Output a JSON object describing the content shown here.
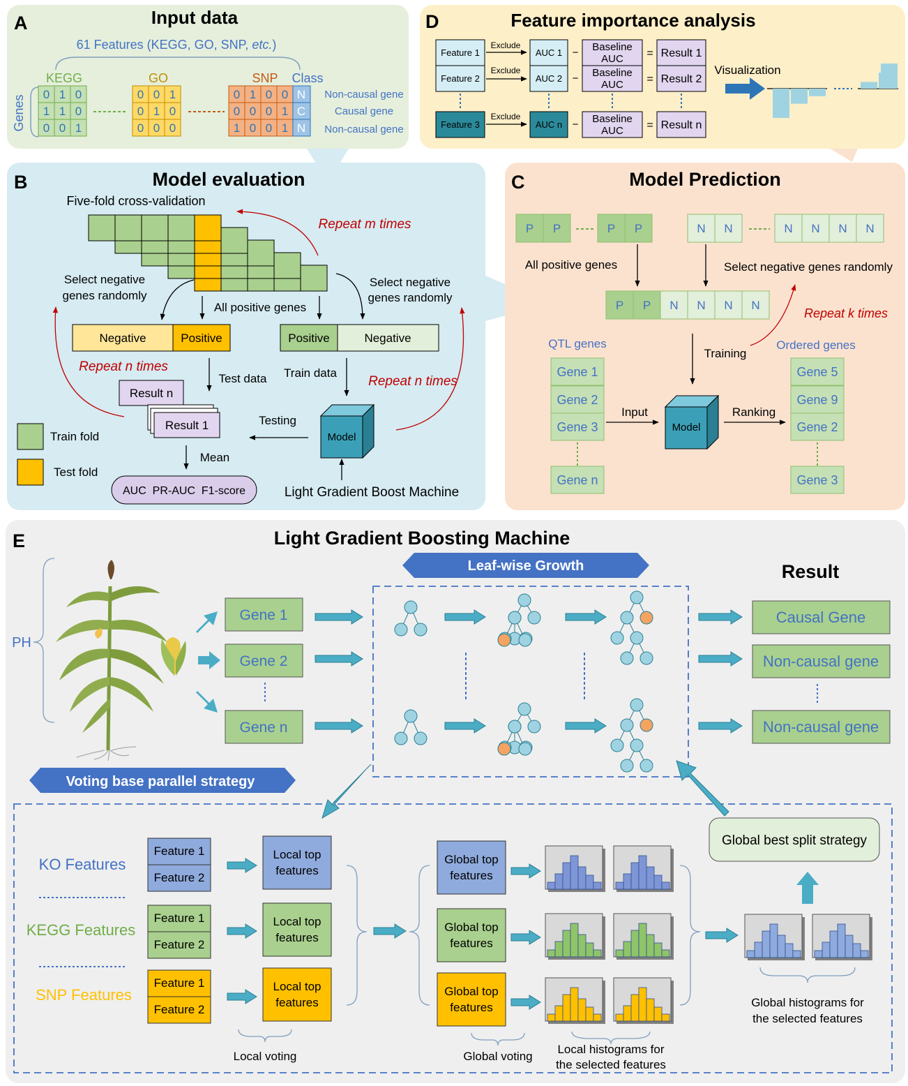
{
  "panelA": {
    "letter": "A",
    "title": "Input data",
    "features_prefix": "61 Features (KEGG, GO, SNP, ",
    "features_etc": "etc.",
    "features_suffix": ")",
    "genes_label": "Genes",
    "kegg_label": "KEGG",
    "go_label": "GO",
    "snp_label": "SNP",
    "class_label": "Class",
    "kegg_cells": [
      [
        "0",
        "1",
        "0"
      ],
      [
        "1",
        "1",
        "0"
      ],
      [
        "0",
        "0",
        "1"
      ]
    ],
    "go_cells": [
      [
        "0",
        "0",
        "1"
      ],
      [
        "0",
        "1",
        "0"
      ],
      [
        "0",
        "0",
        "0"
      ]
    ],
    "snp_cells": [
      [
        "0",
        "1",
        "0",
        "0"
      ],
      [
        "0",
        "0",
        "0",
        "1"
      ],
      [
        "1",
        "0",
        "0",
        "1"
      ]
    ],
    "class_cells": [
      "N",
      "C",
      "N"
    ],
    "row_labels": [
      "Non-causal gene",
      "Causal gene",
      "Non-causal gene"
    ]
  },
  "panelD": {
    "letter": "D",
    "title": "Feature importance analysis",
    "features": [
      "Feature 1",
      "Feature 2",
      "Feature 3"
    ],
    "exclude": "Exclude",
    "aucs": [
      "AUC 1",
      "AUC 2",
      "AUC n"
    ],
    "minus": "−",
    "equals": "=",
    "baseline_line1": "Baseline",
    "baseline_line2": "AUC",
    "results": [
      "Result 1",
      "Result 2",
      "Result n"
    ],
    "visualization": "Visualization",
    "bar_values": [
      -3.5,
      -1.8,
      -0.9,
      0.8,
      1.9,
      3.0
    ]
  },
  "panelB": {
    "letter": "B",
    "title": "Model evaluation",
    "cv_label": "Five-fold cross-validation",
    "repeat_m": "Repeat m times",
    "select_neg_left_1": "Select negative",
    "select_neg_left_2": "genes randomly",
    "select_neg_right_1": "Select negative",
    "select_neg_right_2": "genes randomly",
    "all_positive": "All positive genes",
    "negative": "Negative",
    "positive": "Positive",
    "repeat_n_left": "Repeat n times",
    "repeat_n_right": "Repeat n times",
    "test_data": "Test data",
    "train_data": "Train data",
    "result_n": "Result n",
    "result_1": "Result 1",
    "testing": "Testing",
    "model": "Model",
    "mean": "Mean",
    "metrics": "AUC  PR-AUC  F1-score",
    "lgbm": "Light Gradient Boost Machine",
    "legend_train": "Train fold",
    "legend_test": "Test fold"
  },
  "panelC": {
    "letter": "C",
    "title": "Model Prediction",
    "p": "P",
    "n": "N",
    "all_positive": "All positive genes",
    "select_negative": "Select negative genes randomly",
    "repeat_k": "Repeat k times",
    "qtl_genes": "QTL genes",
    "training": "Training",
    "ordered_genes": "Ordered genes",
    "qtl_list": [
      "Gene 1",
      "Gene 2",
      "Gene 3",
      "Gene n"
    ],
    "ordered_list": [
      "Gene 5",
      "Gene 9",
      "Gene 2",
      "Gene 3"
    ],
    "input": "Input",
    "model": "Model",
    "ranking": "Ranking"
  },
  "panelE": {
    "letter": "E",
    "title": "Light Gradient Boosting Machine",
    "leaf_wise": "Leaf-wise Growth",
    "result": "Result",
    "ph": "PH",
    "genes": [
      "Gene 1",
      "Gene 2",
      "Gene n"
    ],
    "results": [
      "Causal Gene",
      "Non-causal gene",
      "Non-causal gene"
    ],
    "voting_strategy": "Voting base parallel strategy",
    "feature_groups": [
      "KO Features",
      "KEGG Features",
      "SNP Features"
    ],
    "feature_1": "Feature 1",
    "feature_2": "Feature 2",
    "local_top_1": "Local top",
    "local_top_2": "features",
    "global_top_1": "Global top",
    "global_top_2": "features",
    "global_best_split": "Global best split strategy",
    "local_voting": "Local voting",
    "global_voting": "Global voting",
    "local_hist_1": "Local histograms for",
    "local_hist_2": "the selected features",
    "global_hist_1": "Global histograms for",
    "global_hist_2": "the selected features"
  },
  "colors": {
    "green": "#a9d08e",
    "yellow": "#ffc000",
    "orange": "#f4a77a",
    "blue_fill": "#8faadc",
    "teal": "#4bacc6",
    "model_teal": "#3ba0b7",
    "red": "#c00000",
    "panel_blue": "#d6ebf2",
    "panel_green": "#e5efdc",
    "panel_yellow": "#fdefc8",
    "panel_peach": "#fbe2cf",
    "panel_grey": "#efefef",
    "text_blue": "#4472c4"
  }
}
